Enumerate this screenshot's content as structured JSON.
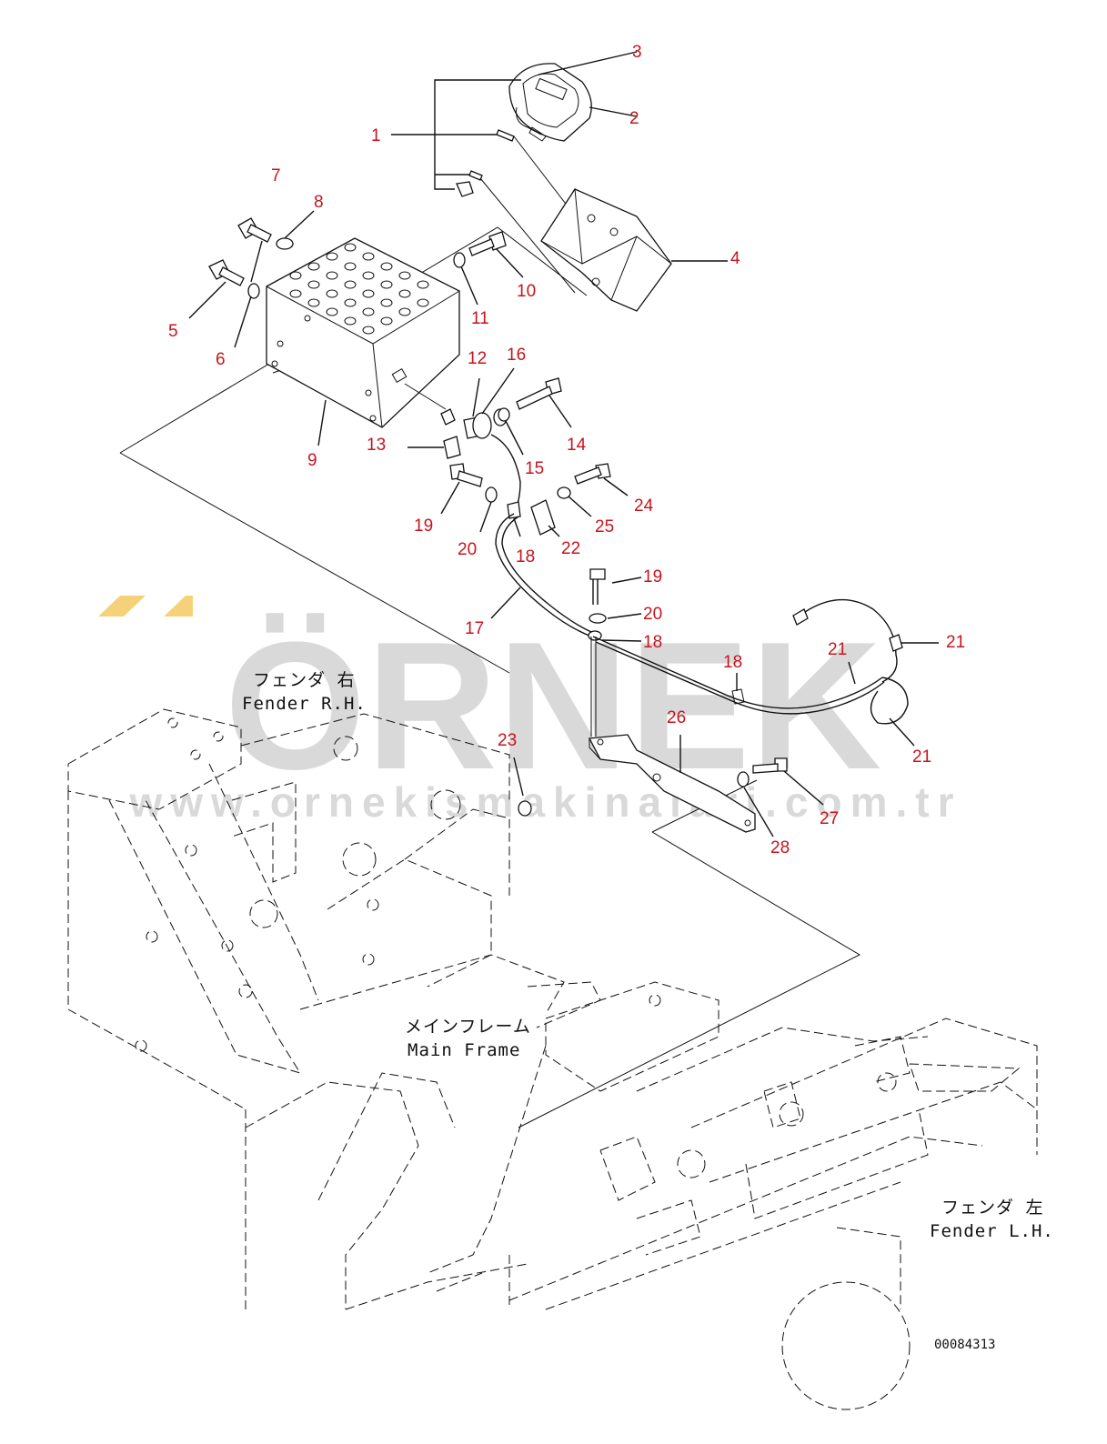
{
  "callouts": [
    {
      "id": "c1",
      "text": "1"
    },
    {
      "id": "c2",
      "text": "2"
    },
    {
      "id": "c3",
      "text": "3"
    },
    {
      "id": "c4",
      "text": "4"
    },
    {
      "id": "c5",
      "text": "5"
    },
    {
      "id": "c6",
      "text": "6"
    },
    {
      "id": "c7",
      "text": "7"
    },
    {
      "id": "c8",
      "text": "8"
    },
    {
      "id": "c9",
      "text": "9"
    },
    {
      "id": "c10",
      "text": "10"
    },
    {
      "id": "c11",
      "text": "11"
    },
    {
      "id": "c12",
      "text": "12"
    },
    {
      "id": "c13",
      "text": "13"
    },
    {
      "id": "c14",
      "text": "14"
    },
    {
      "id": "c15",
      "text": "15"
    },
    {
      "id": "c16",
      "text": "16"
    },
    {
      "id": "c17",
      "text": "17"
    },
    {
      "id": "c18a",
      "text": "18"
    },
    {
      "id": "c18b",
      "text": "18"
    },
    {
      "id": "c18c",
      "text": "18"
    },
    {
      "id": "c19a",
      "text": "19"
    },
    {
      "id": "c19b",
      "text": "19"
    },
    {
      "id": "c20a",
      "text": "20"
    },
    {
      "id": "c20b",
      "text": "20"
    },
    {
      "id": "c21a",
      "text": "21"
    },
    {
      "id": "c21b",
      "text": "21"
    },
    {
      "id": "c21c",
      "text": "21"
    },
    {
      "id": "c22",
      "text": "22"
    },
    {
      "id": "c23",
      "text": "23"
    },
    {
      "id": "c24",
      "text": "24"
    },
    {
      "id": "c25",
      "text": "25"
    },
    {
      "id": "c26",
      "text": "26"
    },
    {
      "id": "c27",
      "text": "27"
    },
    {
      "id": "c28",
      "text": "28"
    }
  ],
  "labels": {
    "fender_rh_jp": "フェンダ 右",
    "fender_rh_en": "Fender R.H.",
    "main_frame_jp": "メインフレーム",
    "main_frame_en": "Main Frame",
    "fender_lh_jp": "フェンダ 左",
    "fender_lh_en": "Fender L.H."
  },
  "watermark": {
    "brand": "ÖRNEK",
    "url": "www.ornekismakinalari.com.tr",
    "color": "#d9d9d9",
    "accent": "#f5d27a"
  },
  "drawing_number": "00084313",
  "colors": {
    "callout": "#c8141e",
    "line": "#111111"
  }
}
